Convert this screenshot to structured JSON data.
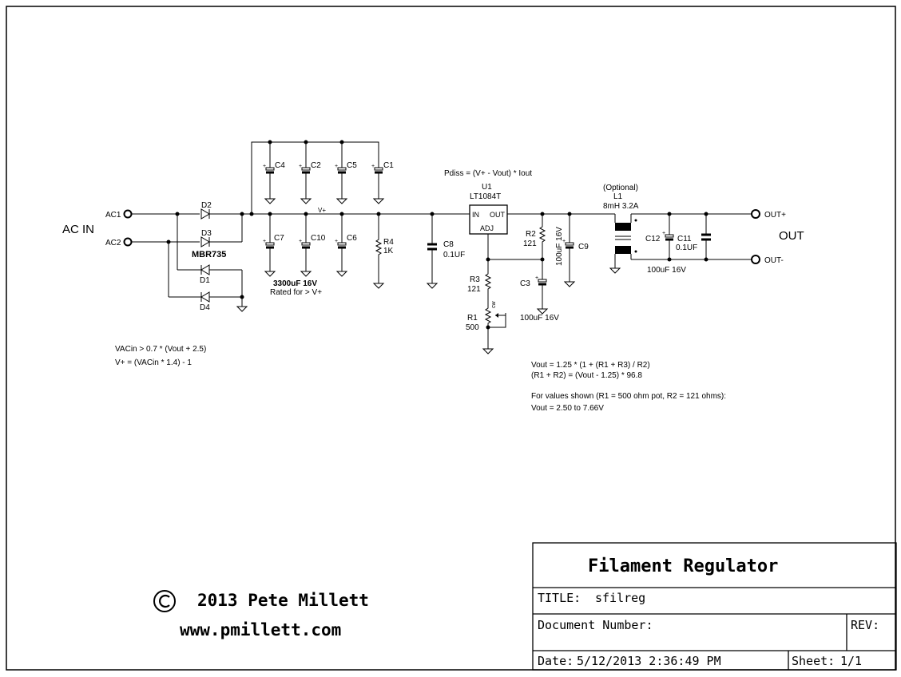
{
  "ports": {
    "ac_in": "AC IN",
    "ac1": "AC1",
    "ac2": "AC2",
    "out": "OUT",
    "out_plus": "OUT+",
    "out_minus": "OUT-"
  },
  "components": {
    "d1": "D1",
    "d2": "D2",
    "d3": "D3",
    "d4": "D4",
    "diode_part": "MBR735",
    "c1": "C1",
    "c2": "C2",
    "c4": "C4",
    "c5": "C5",
    "c6": "C6",
    "c7": "C7",
    "c10": "C10",
    "bank_value": "3300uF 16V",
    "bank_note": "Rated for > V+",
    "vplus": "V+",
    "r4": "R4",
    "r4_value": "1K",
    "c8": "C8",
    "c8_value": "0.1UF",
    "pdiss": "Pdiss = (V+ - Vout) * Iout",
    "u1": "U1",
    "u1_part": "LT1084T",
    "u1_in": "IN",
    "u1_out": "OUT",
    "u1_adj": "ADJ",
    "r2": "R2",
    "r2_value": "121",
    "c9": "C9",
    "c9_value": "100uF 16V",
    "r3": "R3",
    "r3_value": "121",
    "r1": "R1",
    "r1_value": "500",
    "r1_cw": "cw",
    "c3": "C3",
    "c3_value": "100uF 16V",
    "l1_opt": "(Optional)",
    "l1": "L1",
    "l1_value": "8mH 3.2A",
    "c12": "C12",
    "c11": "C11",
    "c11_value": "0.1UF",
    "c12_value": "100uF 16V"
  },
  "notes": {
    "vac_line1": "VACin > 0.7 * (Vout + 2.5)",
    "vac_line2": "V+ = (VACin * 1.4) - 1",
    "vout_line1": "Vout = 1.25 * (1 + (R1 + R3) / R2)",
    "vout_line2": "(R1 + R2) = (Vout - 1.25) * 96.8",
    "vout_line3": "For values shown (R1 = 500 ohm pot, R2 = 121 ohms):",
    "vout_line4": "Vout = 2.50 to 7.66V"
  },
  "credits": {
    "copyright_symbol": "©",
    "copyright": "2013 Pete Millett",
    "website": "www.pmillett.com"
  },
  "title_block": {
    "name": "Filament Regulator",
    "title_label": "TITLE:",
    "title_value": "sfilreg",
    "docnum_label": "Document Number:",
    "rev_label": "REV:",
    "date_label": "Date:",
    "date_value": "5/12/2013 2:36:49 PM",
    "sheet_label": "Sheet:",
    "sheet_value": "1/1"
  }
}
